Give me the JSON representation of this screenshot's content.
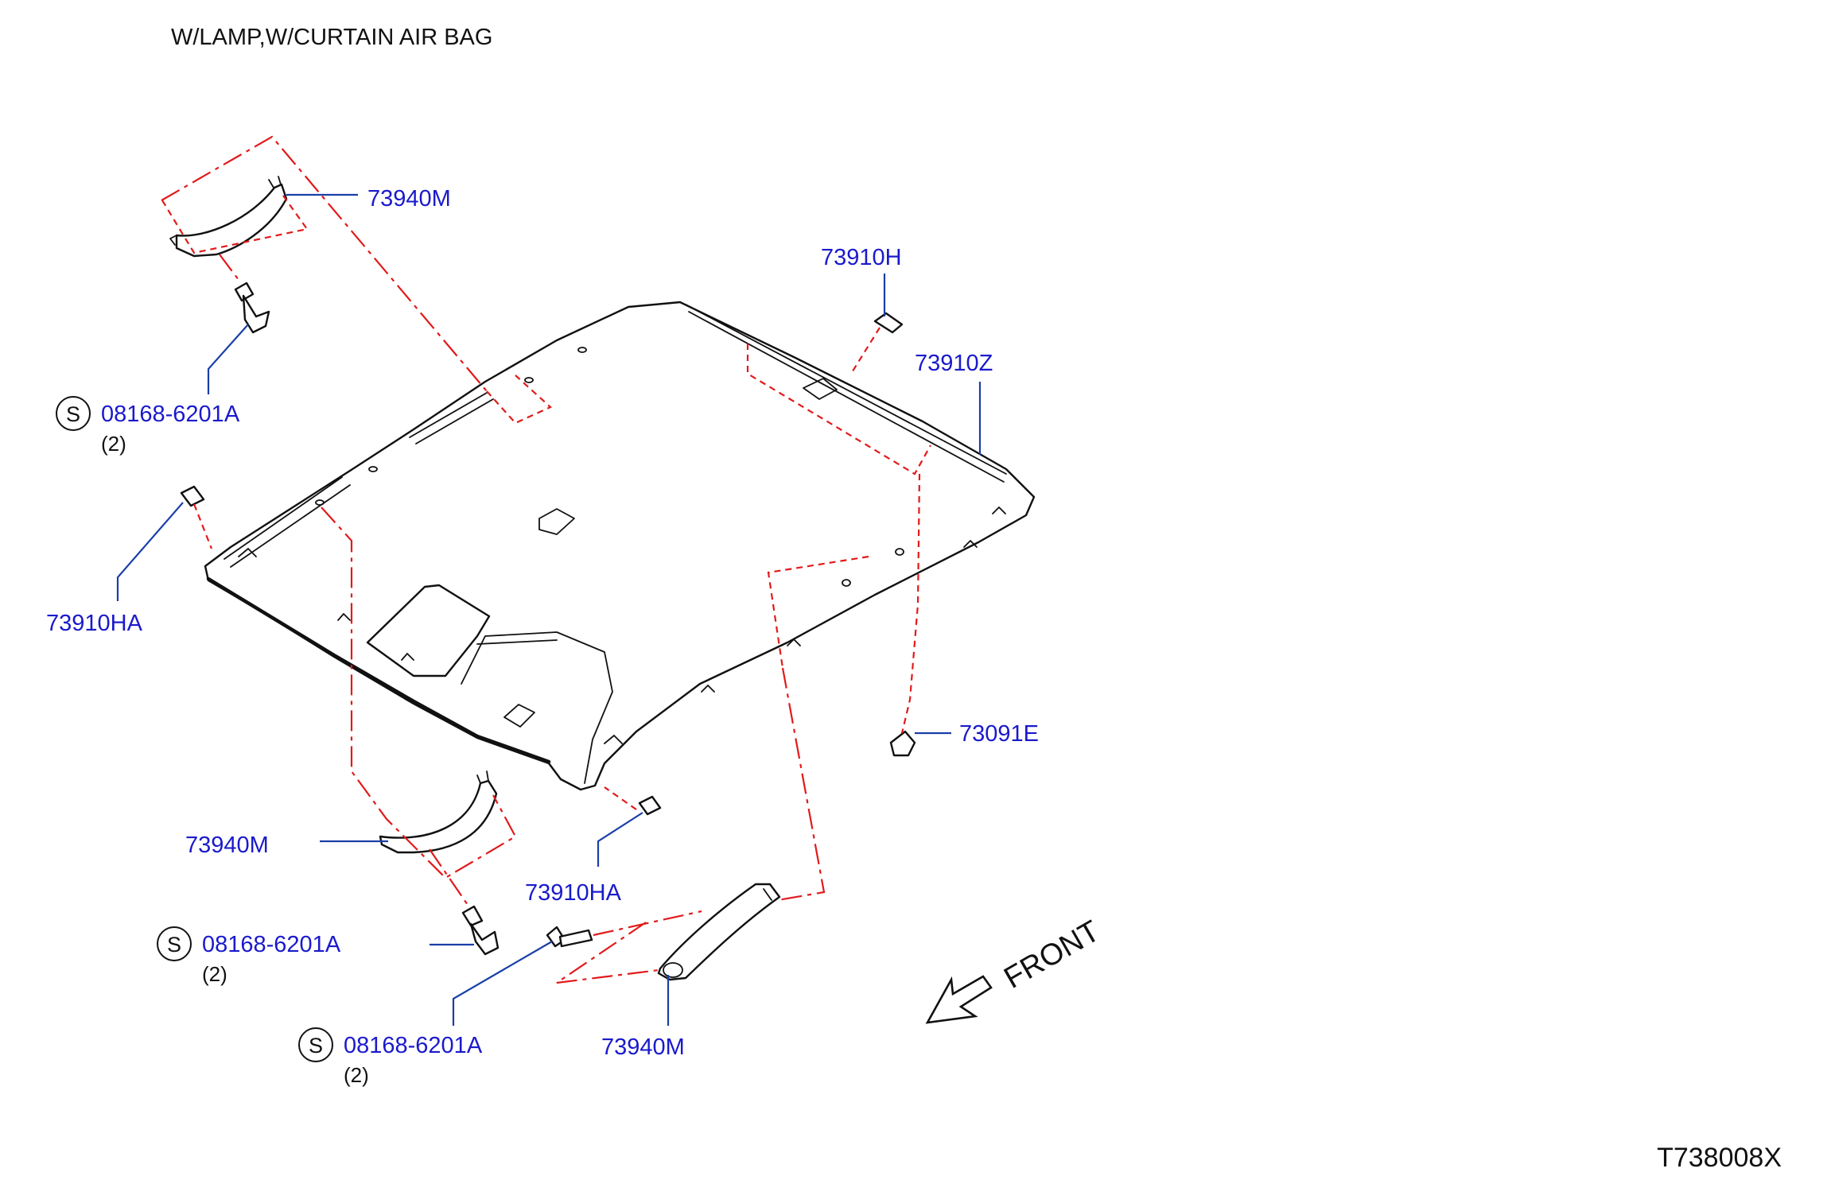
{
  "header": {
    "note": "W/LAMP,W/CURTAIN  AIR  BAG"
  },
  "footer": {
    "code": "T738008X"
  },
  "direction": {
    "label": "FRONT"
  },
  "colors": {
    "part_label": "#1a1acc",
    "leader_line": "#1a3fa8",
    "guide_line": "#e21a1a",
    "outline": "#111111"
  },
  "labels": {
    "grip_top": "73940M",
    "clip_73910h": "73910H",
    "headlining_73910z": "73910Z",
    "clip_left": "73910HA",
    "clip_73091e": "73091E",
    "grip_left": "73940M",
    "clip_bottom": "73910HA",
    "grip_bottom": "73940M"
  },
  "bolts": {
    "top": {
      "symbol": "S",
      "number": "08168-6201A",
      "qty": "(2)"
    },
    "middle": {
      "symbol": "S",
      "number": "08168-6201A",
      "qty": "(2)"
    },
    "bottom": {
      "symbol": "S",
      "number": "08168-6201A",
      "qty": "(2)"
    }
  }
}
